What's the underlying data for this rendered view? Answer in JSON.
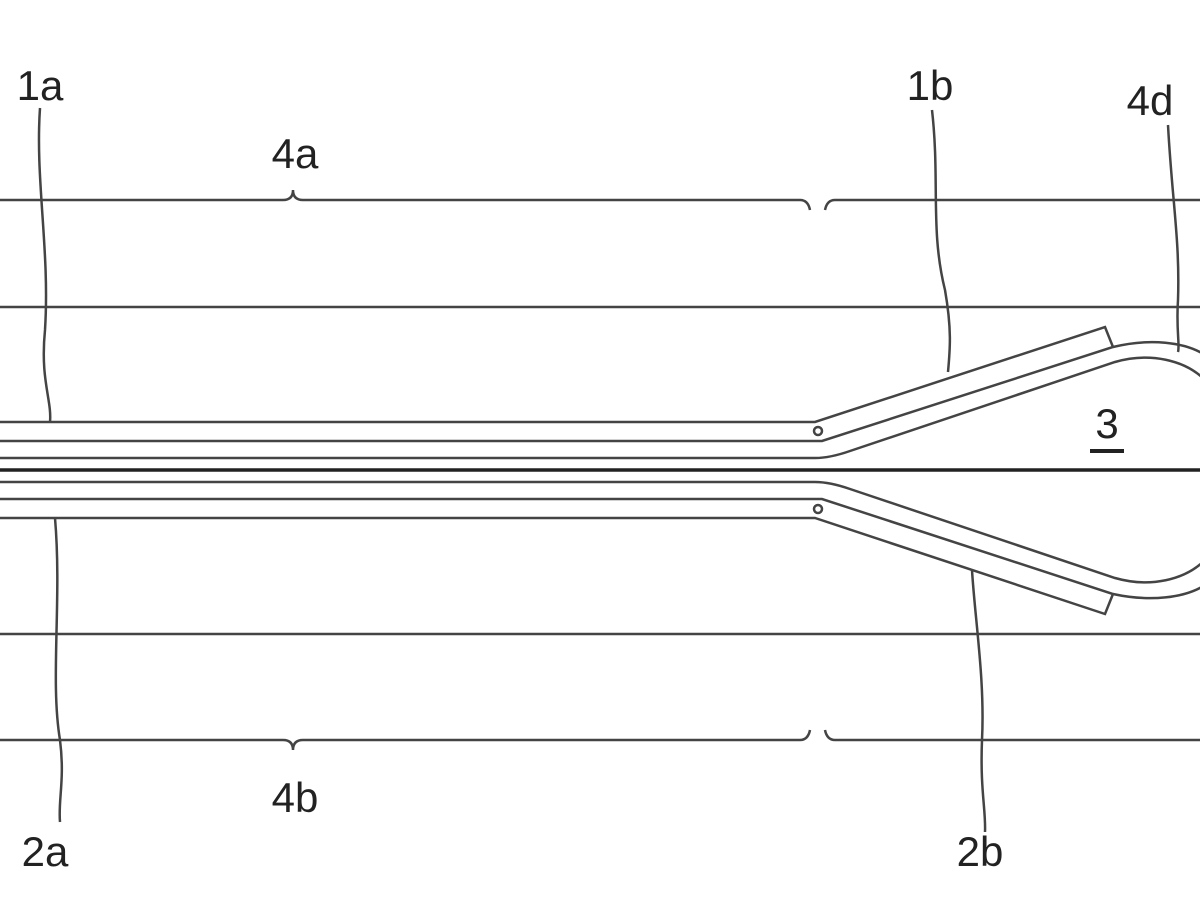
{
  "labels": {
    "l1a": "1a",
    "l1b": "1b",
    "l2a": "2a",
    "l2b": "2b",
    "l3": "3",
    "l4a": "4a",
    "l4b": "4b",
    "l4d": "4d"
  },
  "colors": {
    "line": "#444444",
    "background": "#ffffff"
  }
}
